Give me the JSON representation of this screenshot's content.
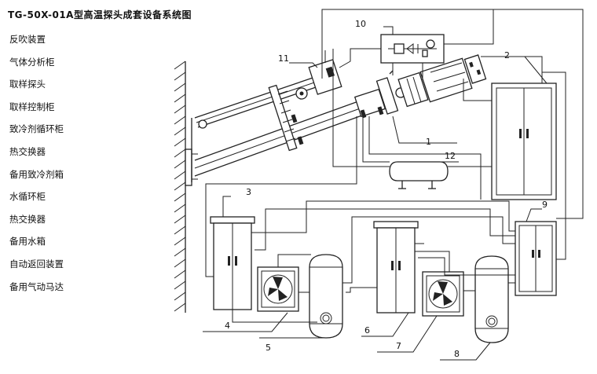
{
  "title": "TG-50X-01A型高温探头成套设备系统图",
  "legend": [
    "反吹装置",
    "气体分析柜",
    "取样探头",
    "取样控制柜",
    "致冷剂循环柜",
    "热交换器",
    "备用致冷剂箱",
    "水循环柜",
    "热交换器",
    "备用水箱",
    "自动返回装置",
    "备用气动马达"
  ],
  "callouts": {
    "n1": "1",
    "n2": "2",
    "n3": "3",
    "n4": "4",
    "n5": "5",
    "n6": "6",
    "n7": "7",
    "n8": "8",
    "n9": "9",
    "n10": "10",
    "n11": "11",
    "n12": "12"
  }
}
